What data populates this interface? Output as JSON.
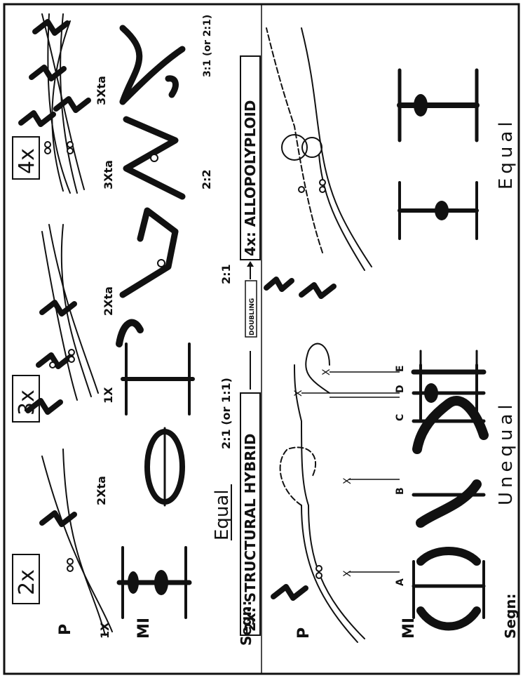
{
  "phase_labels": {
    "p_top": "P",
    "mi_top": "MI",
    "segn_top": "Segn:",
    "p_bottom": "P",
    "mi_bottom": "MI",
    "segn_bottom": "Segn:"
  },
  "ploidy_boxes": [
    "2x",
    "3x",
    "4x"
  ],
  "bands": {
    "hybrid": "2x: STRUCTURAL HYBRID",
    "doubling": "DOUBLING",
    "allopolyploid": "4x: ALLOPOLYPLOID"
  },
  "top_labels": {
    "d2_1x": "1X",
    "d2_2xta": "2Xta",
    "d3_1x": "1X",
    "d3_2xta": "2Xta",
    "d4_3xta_a": "3Xta",
    "d4_3xta_b": "3Xta"
  },
  "ratios": [
    "2:1 (or 1:1)",
    "2:1",
    "2:2",
    "3:1 (or 2:1)"
  ],
  "segregation_top": "Equal",
  "segregation_bottom_left": "Unequal",
  "segregation_bottom_right": "Equal",
  "bivalent_letters": [
    "A",
    "B",
    "C",
    "D",
    "E"
  ],
  "crossover_mark": "X"
}
